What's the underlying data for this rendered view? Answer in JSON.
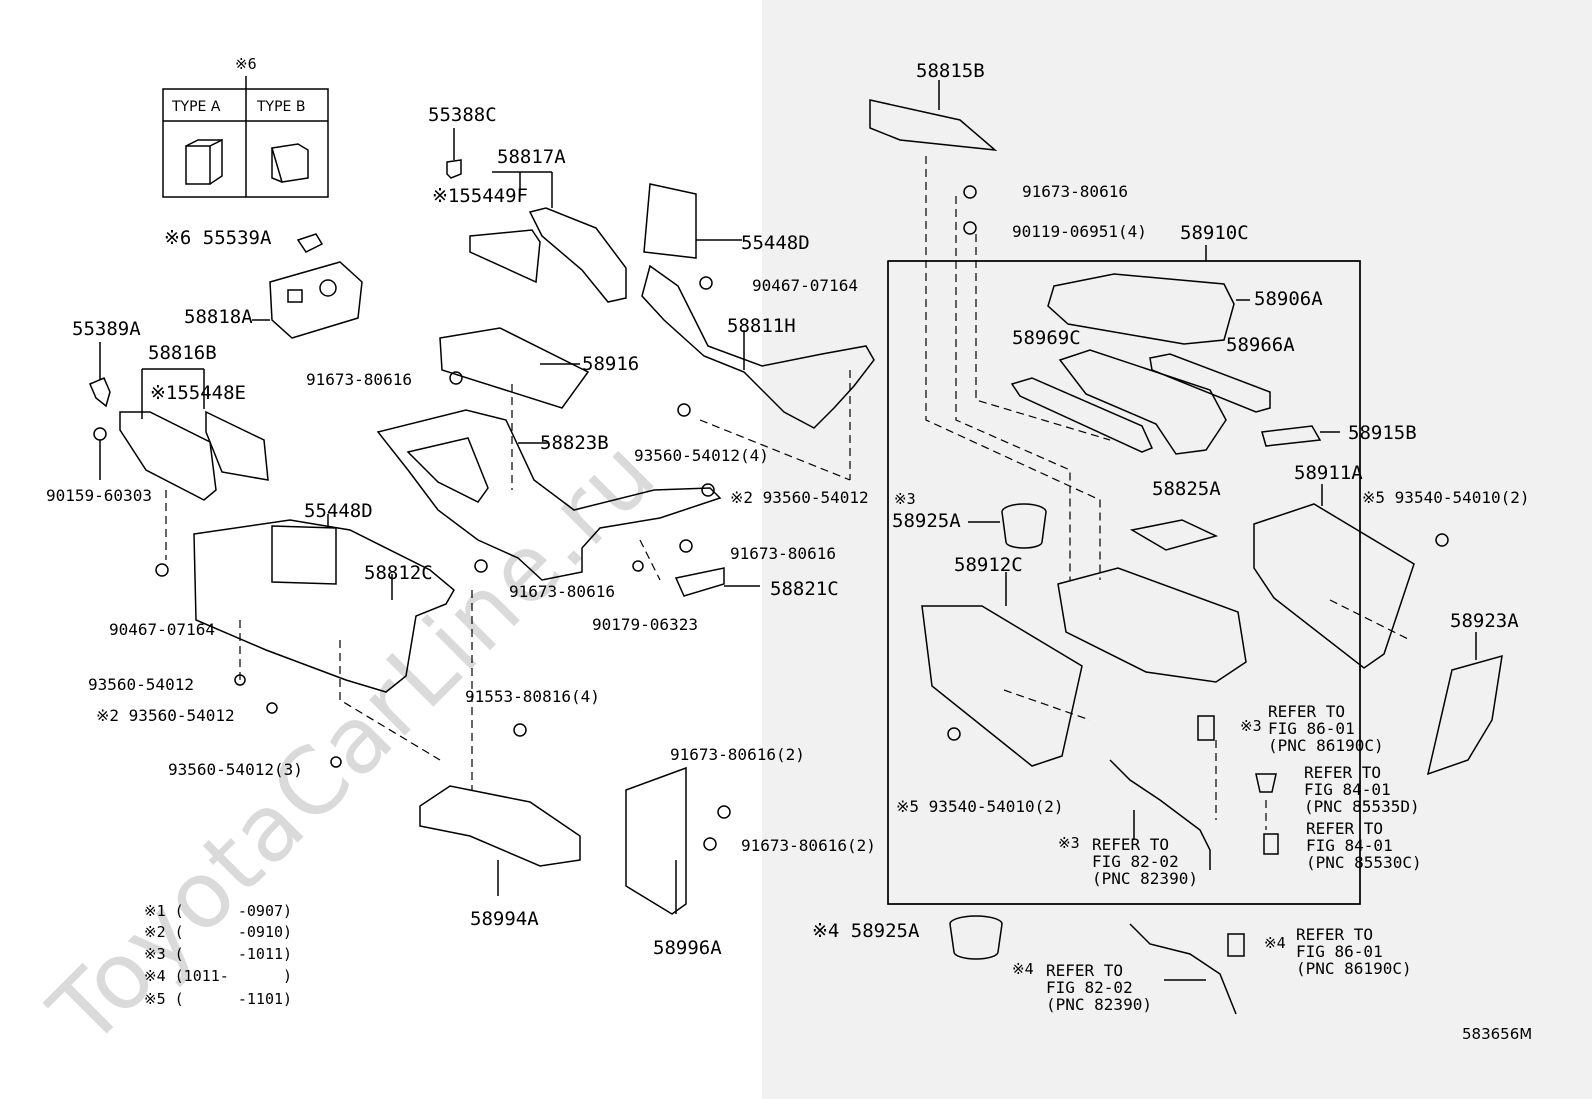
{
  "watermark": "ToyotaCarLine.ru",
  "figure_code": "583656M",
  "type_box": {
    "note": "※6",
    "type_a": "TYPE A",
    "type_b": "TYPE B"
  },
  "legend": [
    "※1 (      -0907)",
    "※2 (      -0910)",
    "※3 (      -1011)",
    "※4 (1011-      )",
    "※5 (      -1101)"
  ],
  "labels": {
    "p55388C": "55388C",
    "p58817A": "58817A",
    "p55449F": "※155449F",
    "p55539A": "※6 55539A",
    "p58818A": "58818A",
    "p55389A": "55389A",
    "p58816B": "58816B",
    "p55448E": "※155448E",
    "p90159": "90159-60303",
    "p55448D_top": "55448D",
    "p90467_top": "90467-07164",
    "p58811H": "58811H",
    "p58916": "58916",
    "p91673_a": "91673-80616",
    "p58823B": "58823B",
    "p93560_4": "93560-54012(4)",
    "p93560_x2a": "※2 93560-54012",
    "p55448D_mid": "55448D",
    "p58812C": "58812C",
    "p90467_mid": "90467-07164",
    "p91673_b": "91673-80616",
    "p91673_c": "91673-80616",
    "p58821C": "58821C",
    "p90179": "90179-06323",
    "p93560_a": "93560-54012",
    "p93560_x2b": "※2 93560-54012",
    "p93560_3": "93560-54012(3)",
    "p91553": "91553-80816(4)",
    "p91673_2a": "91673-80616(2)",
    "p91673_2b": "91673-80616(2)",
    "p58994A": "58994A",
    "p58996A": "58996A",
    "p58815B": "58815B",
    "p91673_r": "91673-80616",
    "p90119": "90119-06951(4)",
    "p58910C": "58910C",
    "p58906A": "58906A",
    "p58969C": "58969C",
    "p58966A": "58966A",
    "p58915B": "58915B",
    "p58925A_x3_note": "※3",
    "p58925A_x3": "58925A",
    "p58825A": "58825A",
    "p58911A": "58911A",
    "p93540_x5a": "※5 93540-54010(2)",
    "p58912C": "58912C",
    "p58923A": "58923A",
    "p93540_x5b": "※5 93540-54010(2)",
    "p58925A_x4": "※4 58925A"
  },
  "refs": {
    "r1_mark": "※3",
    "r1": "REFER TO\nFIG 86-01\n(PNC 86190C)",
    "r2": "REFER TO\nFIG 84-01\n(PNC 85535D)",
    "r3": "REFER TO\nFIG 84-01\n(PNC 85530C)",
    "r4_mark": "※3",
    "r4": "REFER TO\nFIG 82-02\n(PNC 82390)",
    "r5_mark": "※4",
    "r5": "REFER TO\nFIG 86-01\n(PNC 86190C)",
    "r6_mark": "※4",
    "r6": "REFER TO\nFIG 82-02\n(PNC 82390)"
  }
}
